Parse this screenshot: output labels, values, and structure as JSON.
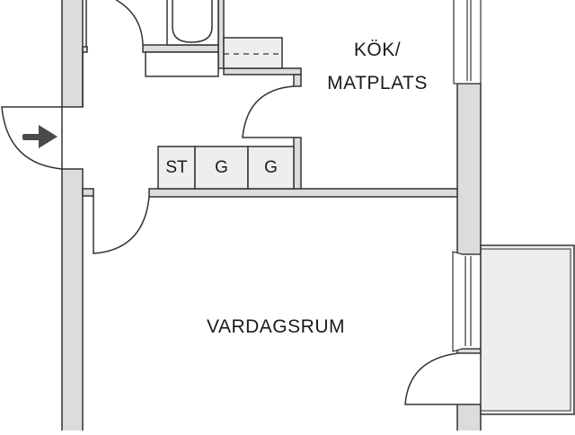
{
  "floor_plan": {
    "rooms": [
      {
        "id": "kitchen",
        "label_line1": "KÖK/",
        "label_line2": "MATPLATS"
      },
      {
        "id": "living",
        "label": "VARDAGSRUM"
      }
    ],
    "fixtures": [
      {
        "id": "closet-st",
        "label": "ST"
      },
      {
        "id": "closet-g1",
        "label": "G"
      },
      {
        "id": "closet-g2",
        "label": "G"
      }
    ],
    "entrance": {
      "icon": "arrow-right-icon"
    },
    "colors": {
      "wall_fill": "#dcdcdc",
      "wall_stroke": "#333333",
      "fixture_fill": "#eeeeee",
      "arrow": "#4a4a4a"
    }
  }
}
